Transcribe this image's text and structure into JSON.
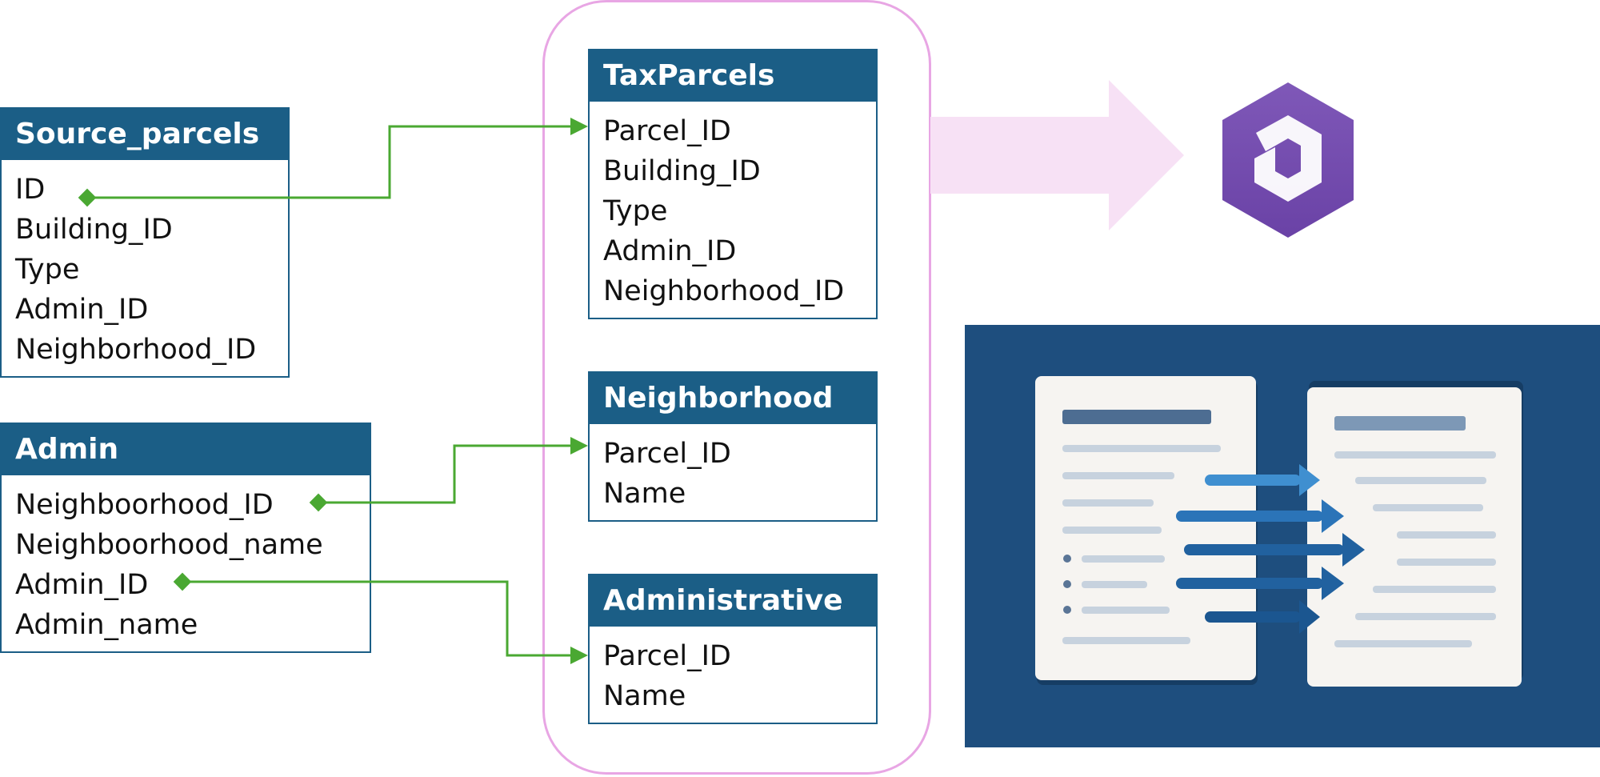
{
  "source_tables": [
    {
      "title": "Source_parcels",
      "fields": [
        "ID",
        "Building_ID",
        "Type",
        "Admin_ID",
        "Neighborhood_ID"
      ]
    },
    {
      "title": "Admin",
      "fields": [
        "Neighboorhood_ID",
        "Neighboorhood_name",
        "Admin_ID",
        "Admin_name"
      ]
    }
  ],
  "target_tables": [
    {
      "title": "TaxParcels",
      "fields": [
        "Parcel_ID",
        "Building_ID",
        "Type",
        "Admin_ID",
        "Neighborhood_ID"
      ]
    },
    {
      "title": "Neighborhood",
      "fields": [
        "Parcel_ID",
        "Name"
      ]
    },
    {
      "title": "Administrative",
      "fields": [
        "Parcel_ID",
        "Name"
      ]
    }
  ],
  "colors": {
    "table_header": "#1b5e86",
    "connector": "#4aa832",
    "group_outline": "#e8a6e4",
    "big_arrow": "#f7e1f5",
    "logo": "#7a52b3",
    "panel_background": "#1e4e7e"
  },
  "icons": [
    "database-hexagon-logo-icon",
    "document-mapping-icon"
  ]
}
